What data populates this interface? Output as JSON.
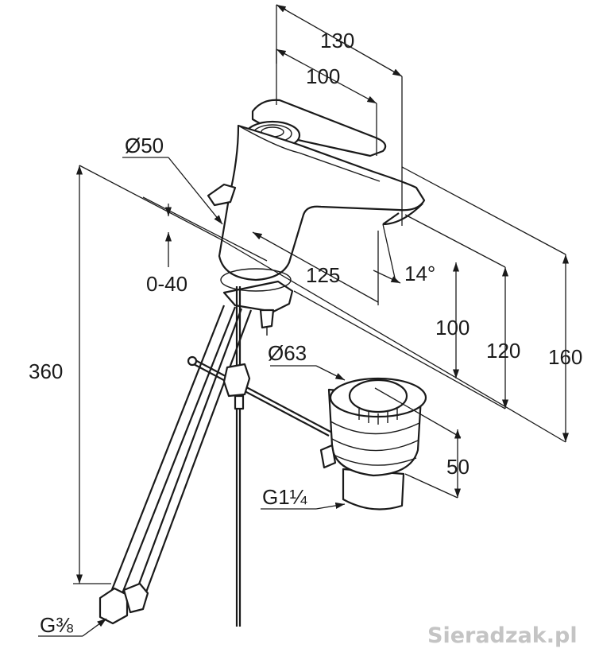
{
  "dimensions": {
    "width_130": "130",
    "width_100": "100",
    "diameter_50": "Ø50",
    "reach_125": "125",
    "angle_14": "14°",
    "pop_up_range": "0-40",
    "height_360": "360",
    "height_100": "100",
    "height_120": "120",
    "height_160": "160",
    "diameter_63": "Ø63",
    "waste_height_50": "50",
    "waste_thread": "G1¼",
    "supply_thread": "G⅜"
  },
  "watermark": "Sieradzak.pl"
}
